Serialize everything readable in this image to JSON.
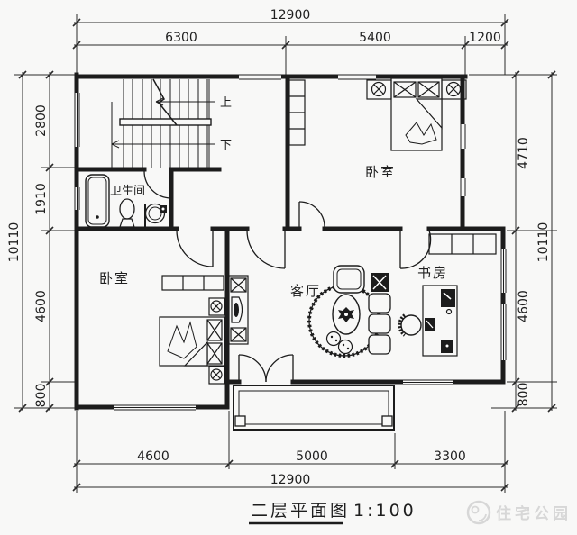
{
  "plan": {
    "title": {
      "text": "二层平面图",
      "scale": "1:100"
    },
    "watermark": {
      "text": "住宅公园"
    },
    "rooms": {
      "bathroom": "卫生间",
      "bedroom_top": "卧室",
      "bedroom_left": "卧室",
      "living": "客厅",
      "study": "书房"
    },
    "stairs": {
      "up": "上",
      "down": "下"
    },
    "dims": {
      "top": {
        "total": "12900",
        "segments": [
          "6300",
          "5400",
          "1200"
        ]
      },
      "bottom": {
        "total": "12900",
        "segments": [
          "4600",
          "5000",
          "3300"
        ]
      },
      "left": {
        "total": "10110",
        "segments": [
          "2800",
          "1910",
          "4600",
          "800"
        ]
      },
      "right": {
        "total": "10110",
        "segments": [
          "4710",
          "4600",
          "800"
        ]
      }
    },
    "colors": {
      "line": "#1f1f1f",
      "background": "#f8f8f7",
      "watermark": "#d7d7d7"
    }
  }
}
